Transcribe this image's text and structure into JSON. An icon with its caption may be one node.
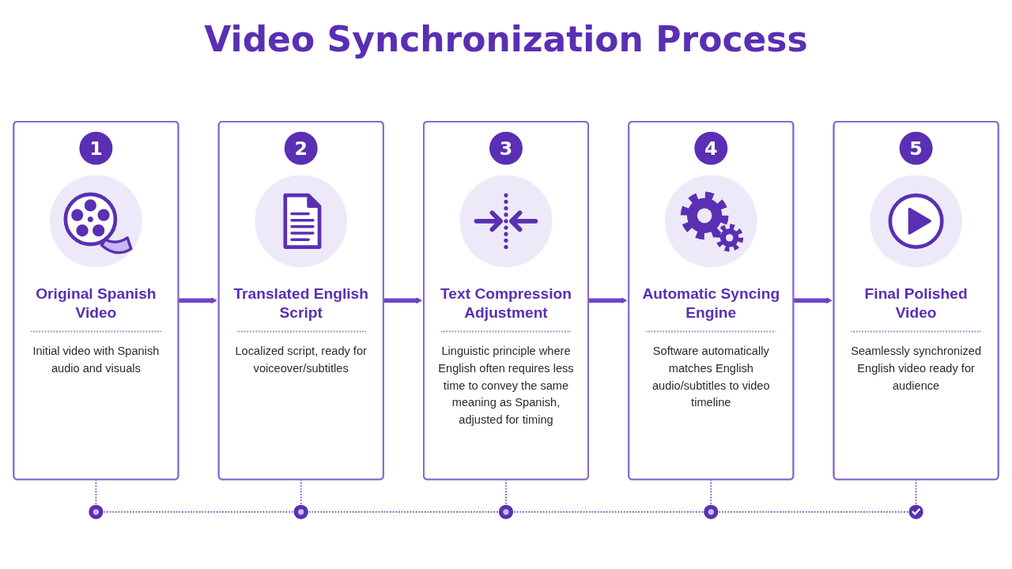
{
  "diagram": {
    "title": "Video Synchronization Process",
    "nodes": [
      {
        "text": [
          "1",
          "Original Spanish Video",
          "Initial video with Spanish audio and visuals"
        ]
      },
      {
        "text": [
          "2",
          "Translated English Script",
          "Localized script, ready for voiceover/subtitles"
        ]
      },
      {
        "text": [
          "3",
          "Text Compression Adjustment",
          "Linguistic principle where English often requires less time to convey the same meaning as Spanish, adjusted for timing"
        ]
      },
      {
        "text": [
          "4",
          "Automatic Syncing Engine",
          "Software automatically matches English audio/subtitles to video timeline"
        ]
      },
      {
        "text": [
          "5",
          "Final Polished Video",
          "Seamlessly synchronized English video ready for audience"
        ]
      },
      {
        "text": [],
        "shape": "circle"
      },
      {
        "text": [],
        "shape": "circle"
      },
      {
        "text": [],
        "shape": "circle"
      },
      {
        "text": [],
        "shape": "circle"
      },
      {
        "text": [],
        "shape": "circle"
      }
    ],
    "edges": [
      {
        "from": 0,
        "to": 1,
        "arrow": "to",
        "style": "thick"
      },
      {
        "from": 1,
        "to": 2,
        "arrow": "to",
        "style": "thick"
      },
      {
        "from": 2,
        "to": 3,
        "arrow": "to",
        "style": "thick"
      },
      {
        "from": 3,
        "to": 4,
        "arrow": "to",
        "style": "thick"
      },
      {
        "from": 0,
        "to": 5,
        "arrow": "none",
        "style": "dashed"
      },
      {
        "from": 1,
        "to": 6,
        "arrow": "none",
        "style": "dashed"
      },
      {
        "from": 2,
        "to": 7,
        "arrow": "none",
        "style": "dashed"
      },
      {
        "from": 3,
        "to": 8,
        "arrow": "none",
        "style": "dashed"
      },
      {
        "from": 4,
        "to": 9,
        "arrow": "none",
        "style": "dashed"
      },
      {
        "from": 5,
        "to": 6,
        "arrow": "none",
        "style": "dashed"
      },
      {
        "from": 6,
        "to": 7,
        "arrow": "none",
        "style": "dashed"
      },
      {
        "from": 7,
        "to": 8,
        "arrow": "none",
        "style": "dashed"
      },
      {
        "from": 8,
        "to": 9,
        "arrow": "none",
        "style": "dashed"
      }
    ]
  }
}
